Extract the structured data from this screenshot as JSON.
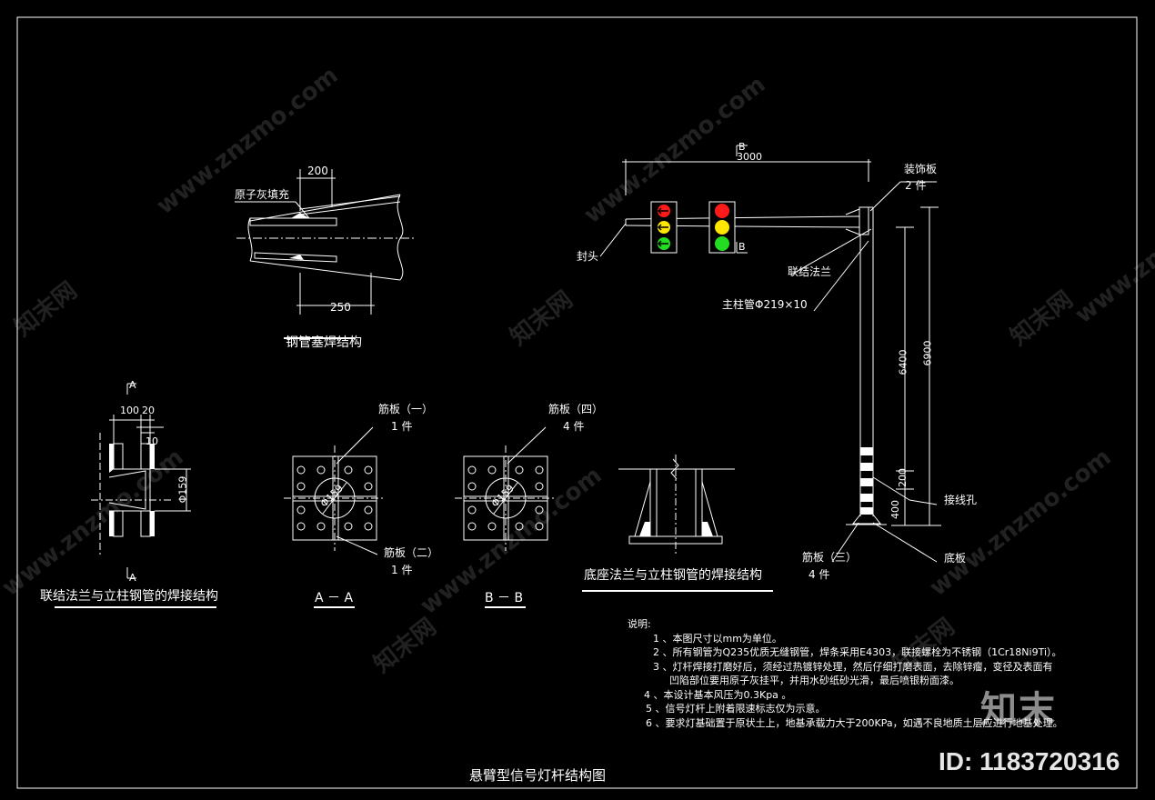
{
  "title": "悬臂型信号灯杆结构图",
  "detail_plug": {
    "title": "钢管塞焊结构",
    "fill_label": "原子灰填充",
    "dim_top": "200",
    "dim_bottom": "250"
  },
  "elevation": {
    "section_b_top": "B",
    "section_b_bottom": "B",
    "dim_span": "3000",
    "decor_plate": "装饰板",
    "decor_plate_qty": "2 件",
    "cap_label": "封头",
    "flange_label": "联结法兰",
    "main_pipe_label": "主柱管Φ219×10",
    "dim_6400": "6400",
    "dim_6900": "6900",
    "dim_200": "200",
    "dim_400": "400",
    "wiring_hole": "接线孔",
    "base_plate": "底板",
    "rib3": "筋板（三）",
    "rib3_qty": "4 件"
  },
  "flange_detail": {
    "sec_a_top": "A",
    "sec_a_bottom": "A",
    "dim_100": "100",
    "dim_20": "20",
    "dim_10": "10",
    "dim_phi": "Φ159",
    "title": "联结法兰与立柱钢管的焊接结构"
  },
  "section_aa": {
    "rib1": "筋板（一）",
    "rib1_qty": "1 件",
    "rib2": "筋板（二）",
    "rib2_qty": "1 件",
    "phi": "Φ159",
    "title": "A － A"
  },
  "section_bb": {
    "rib4": "筋板（四）",
    "rib4_qty": "4 件",
    "phi": "Φ159",
    "title": "B － B"
  },
  "base_detail": {
    "title": "底座法兰与立柱钢管的焊接结构"
  },
  "notes": {
    "heading": "说明:",
    "items": [
      "1 、本图尺寸以mm为单位。",
      "2 、所有钢管为Q235优质无缝钢管，焊条采用E4303，联接螺栓为不锈钢（1Cr18Ni9Ti）。",
      "3 、灯杆焊接打磨好后，须经过热镀锌处理，然后仔细打磨表面，去除锌瘤，变径及表面有",
      "凹陷部位要用原子灰挂平，并用水砂纸砂光滑，最后喷银粉面漆。",
      "4 、本设计基本风压为0.3Kpa 。",
      "5 、信号灯杆上附着限速标志仅为示意。",
      "6 、要求灯基础置于原状土上，地基承载力大于200KPa，如遇不良地质土层应进行地基处理。"
    ]
  },
  "watermark": {
    "site": "www.znzmo.com",
    "brand": "知末网",
    "logo": "知末",
    "id": "ID: 1183720316"
  },
  "colors": {
    "background": "#000000",
    "line": "#ffffff",
    "red": "#ff1a1a",
    "yellow": "#ffe600",
    "green": "#22dd22"
  }
}
